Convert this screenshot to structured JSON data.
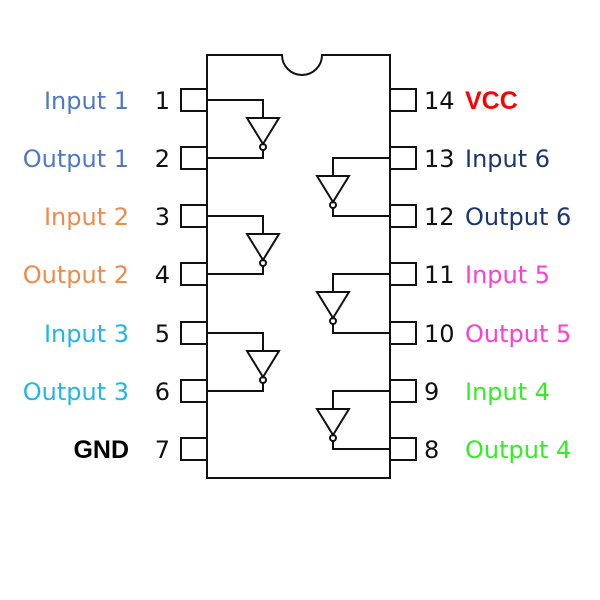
{
  "left_pins": [
    {
      "number": "1",
      "label": "Input 1",
      "color": "#4f78c9"
    },
    {
      "number": "2",
      "label": "Output 1",
      "color": "#4f78c9"
    },
    {
      "number": "3",
      "label": "Input 2",
      "color": "#ee8a4d"
    },
    {
      "number": "4",
      "label": "Output 2",
      "color": "#ee8a4d"
    },
    {
      "number": "5",
      "label": "Input 3",
      "color": "#1fb7ea"
    },
    {
      "number": "6",
      "label": "Output 3",
      "color": "#1fb7ea"
    },
    {
      "number": "7",
      "label": "GND",
      "color": "#000000",
      "bold": true
    }
  ],
  "right_pins": [
    {
      "number": "14",
      "label": "VCC",
      "color": "#ff0000",
      "bold": true
    },
    {
      "number": "13",
      "label": "Input 6",
      "color": "#1a3570"
    },
    {
      "number": "12",
      "label": "Output 6",
      "color": "#1a3570"
    },
    {
      "number": "11",
      "label": "Input 5",
      "color": "#ff3ecf"
    },
    {
      "number": "10",
      "label": "Output 5",
      "color": "#ff3ecf"
    },
    {
      "number": "9",
      "label": "Input 4",
      "color": "#33ee22"
    },
    {
      "number": "8",
      "label": "Output 4",
      "color": "#33ee22"
    }
  ],
  "gates": [
    {
      "name": "inverter-1",
      "input_pin": "1",
      "output_pin": "2",
      "side": "left"
    },
    {
      "name": "inverter-2",
      "input_pin": "3",
      "output_pin": "4",
      "side": "left"
    },
    {
      "name": "inverter-3",
      "input_pin": "5",
      "output_pin": "6",
      "side": "left"
    },
    {
      "name": "inverter-6",
      "input_pin": "13",
      "output_pin": "12",
      "side": "right"
    },
    {
      "name": "inverter-5",
      "input_pin": "11",
      "output_pin": "10",
      "side": "right"
    },
    {
      "name": "inverter-4",
      "input_pin": "9",
      "output_pin": "8",
      "side": "right"
    }
  ]
}
